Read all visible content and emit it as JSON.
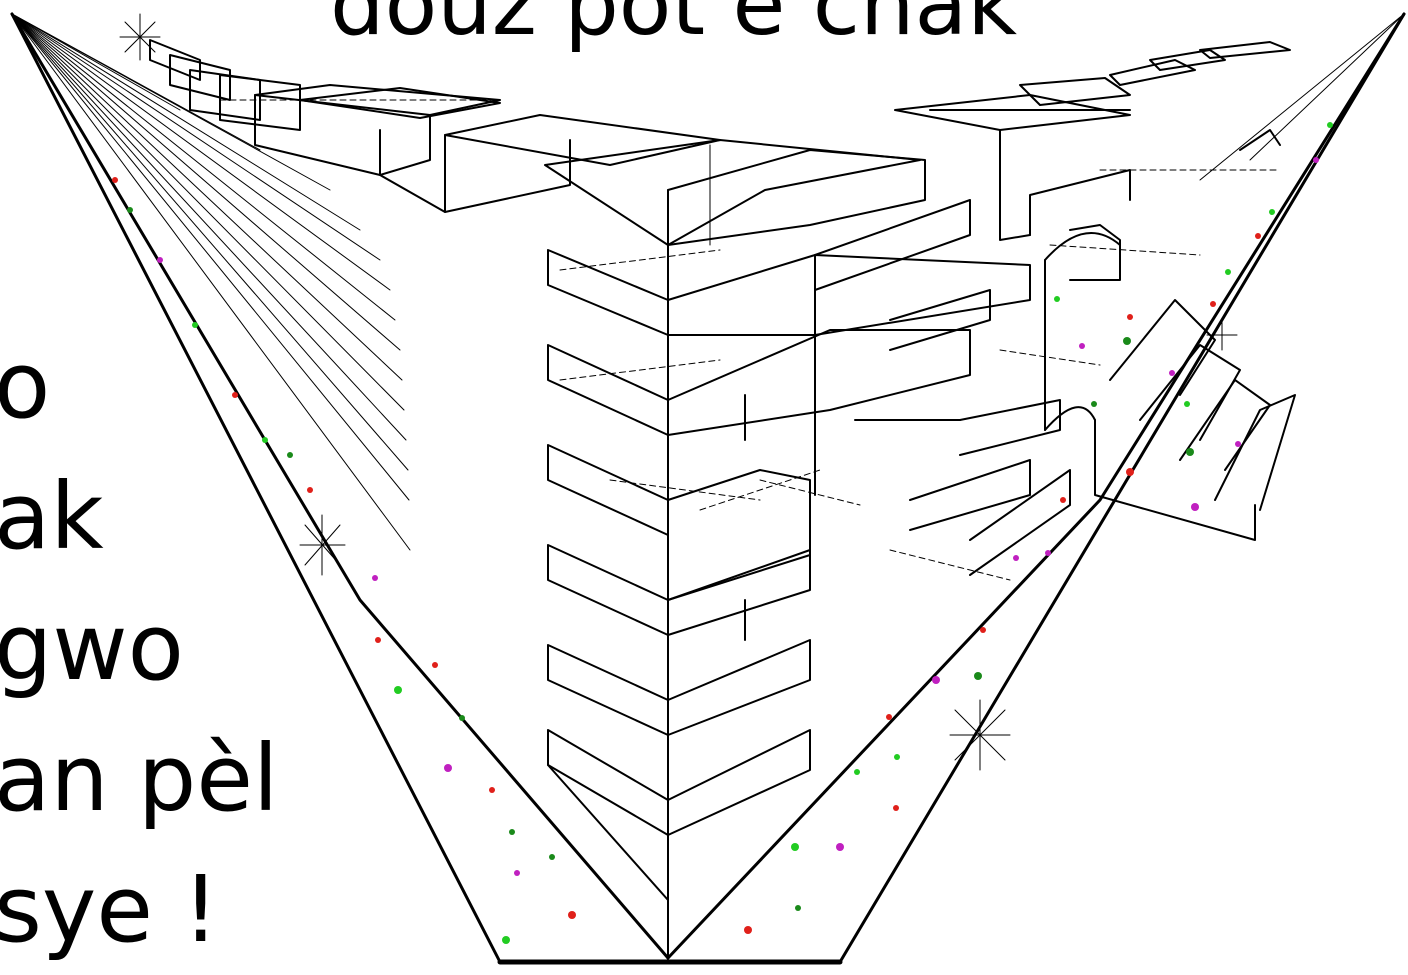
{
  "title": "douz pòt e chak",
  "side_text": [
    "o",
    "ak",
    "gwo",
    "an pèl",
    "sye !"
  ],
  "colors": {
    "ink": "#000000",
    "background": "#ffffff",
    "dots": [
      "#e0201a",
      "#1a8a1a",
      "#c020c0",
      "#22cc22"
    ]
  }
}
